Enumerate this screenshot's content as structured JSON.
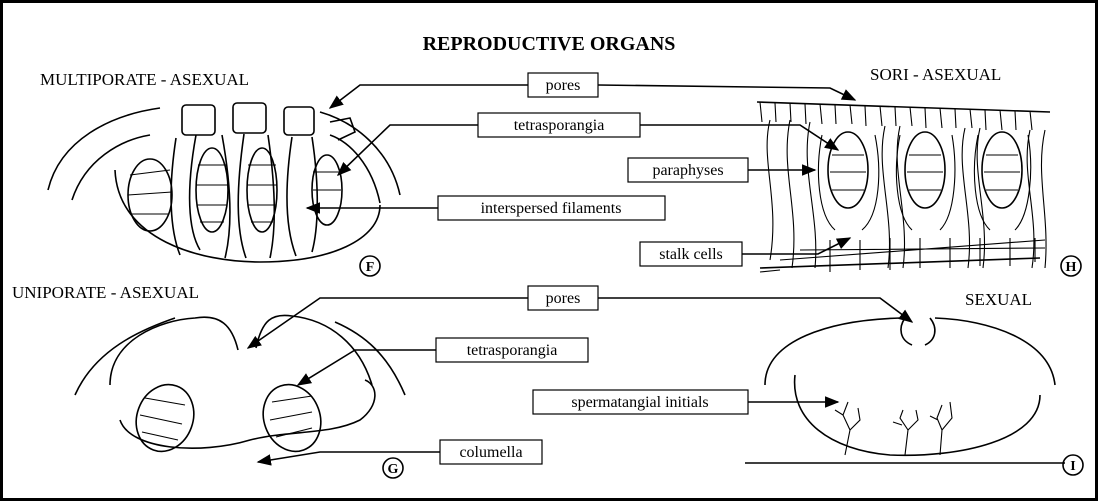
{
  "title": "REPRODUCTIVE ORGANS",
  "panels": {
    "multiporate": {
      "heading": "MULTIPORATE - ASEXUAL",
      "letter": "F"
    },
    "sori": {
      "heading": "SORI - ASEXUAL",
      "letter": "H"
    },
    "uniporate": {
      "heading": "UNIPORATE - ASEXUAL",
      "letter": "G"
    },
    "sexual": {
      "heading": "SEXUAL",
      "letter": "I"
    }
  },
  "labels": {
    "pores_top": "pores",
    "tetrasporangia_top": "tetrasporangia",
    "paraphyses": "paraphyses",
    "interspersed_filaments": "interspersed filaments",
    "stalk_cells": "stalk cells",
    "pores_bottom": "pores",
    "tetrasporangia_bottom": "tetrasporangia",
    "spermatangial_initials": "spermatangial initials",
    "columella": "columella"
  }
}
